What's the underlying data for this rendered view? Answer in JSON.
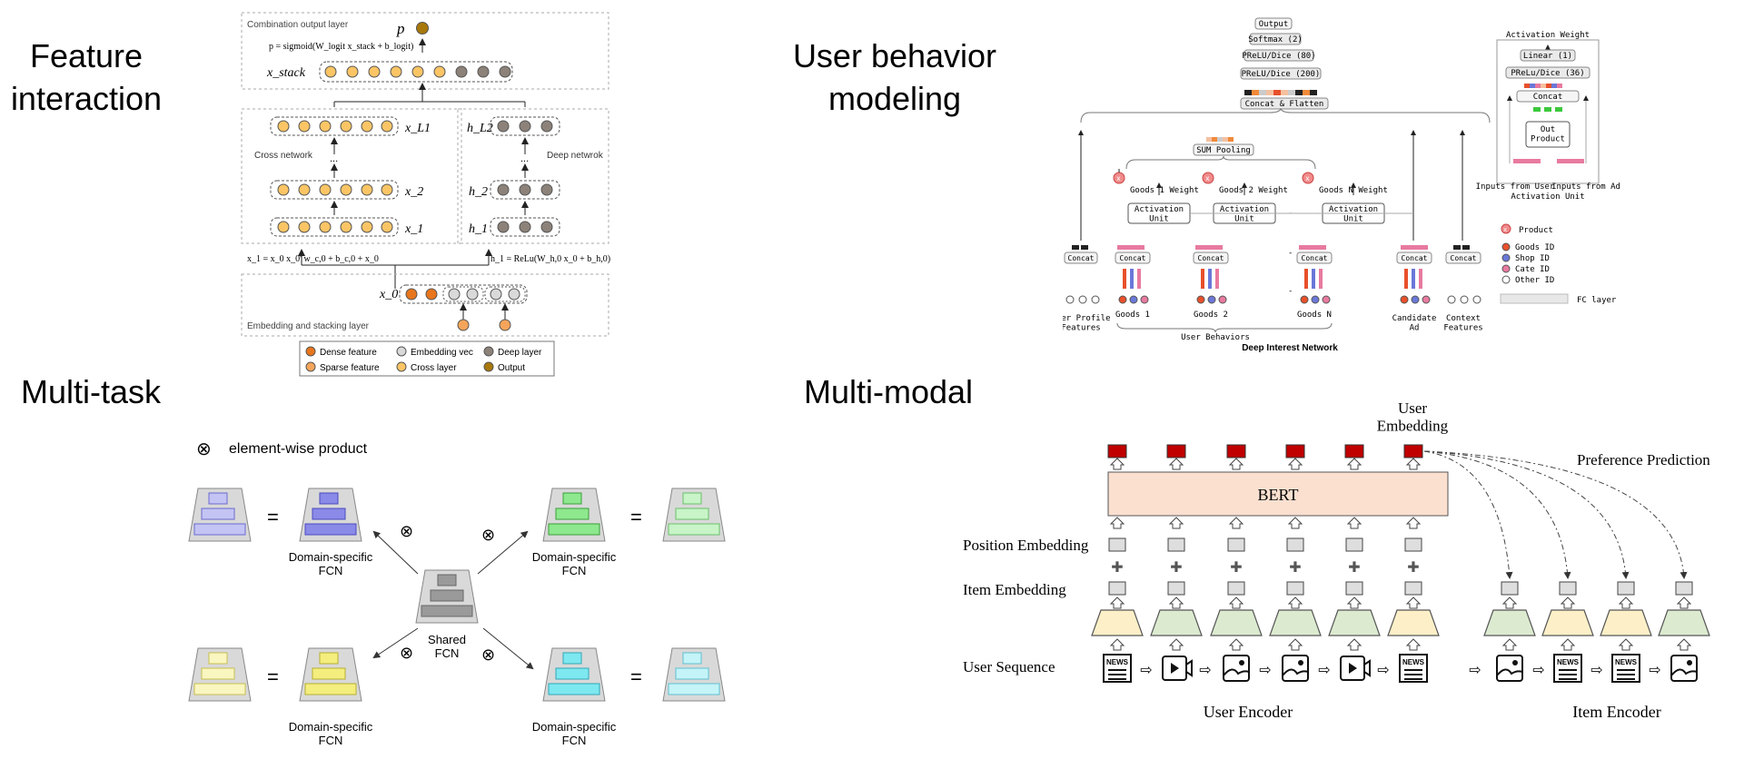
{
  "titles": {
    "feature_interaction": "Feature\ninteraction",
    "user_behavior": "User behavior\nmodeling",
    "multi_task": "Multi-task",
    "multi_modal": "Multi-modal"
  },
  "dcn": {
    "combination_layer": "Combination output layer",
    "p_label": "p",
    "p_formula": "p = sigmoid(W_logit x_stack + b_logit)",
    "x_stack": "x_stack",
    "cross_network": "Cross network",
    "deep_network": "Deep netwrok",
    "x_L1": "x_L1",
    "x2": "x_2",
    "x1": "x_1",
    "h_L2": "h_L2",
    "h2": "h_2",
    "h1": "h_1",
    "x0": "x_0",
    "cross_formula": "x_1 = x_0 x_0' w_c,0 + b_c,0 + x_0",
    "deep_formula": "h_1 = ReLu(W_h,0 x_0 + b_h,0)",
    "embedding_layer": "Embedding and stacking layer",
    "dots": "...",
    "legend": [
      {
        "label": "Dense feature",
        "color": "#e8761c"
      },
      {
        "label": "Embedding vec",
        "color": "#d9d9d9"
      },
      {
        "label": "Deep layer",
        "color": "#8c8279"
      },
      {
        "label": "Sparse feature",
        "color": "#f5a55a"
      },
      {
        "label": "Cross layer",
        "color": "#fbc565"
      },
      {
        "label": "Output",
        "color": "#a8780a"
      }
    ]
  },
  "din": {
    "output": "Output",
    "softmax": "Softmax (2)",
    "prelu80": "PReLU/Dice (80)",
    "prelu200": "PReLU/Dice (200)",
    "concat_flatten": "Concat & Flatten",
    "sum_pooling": "SUM Pooling",
    "goods1_weight": "Goods 1 Weight",
    "goods2_weight": "Goods 2 Weight",
    "goodsN_weight": "Goods N Weight",
    "activation_unit": "Activation\nUnit",
    "concat": "Concat",
    "user_profile": "User Profile\nFeatures",
    "goods1": "Goods 1",
    "goods2": "Goods 2",
    "goodsN": "Goods N",
    "user_behaviors": "User Behaviors",
    "candidate_ad": "Candidate\nAd",
    "context": "Context\nFeatures",
    "network_name": "Deep Interest Network",
    "activation_weight": "Activation Weight",
    "linear1": "Linear (1)",
    "prelu36": "PReLu/Dice (36)",
    "out_product": "Out\nProduct",
    "inputs_user": "Inputs from User",
    "inputs_ad": "Inputs from Ad",
    "activation_unit_caption": "Activation Unit",
    "dash": "-",
    "legend": [
      {
        "label": "Product",
        "color": "#f08a8a"
      },
      {
        "label": "Goods ID",
        "color": "#e8502a"
      },
      {
        "label": "Shop ID",
        "color": "#6a78d8"
      },
      {
        "label": "Cate ID",
        "color": "#e87aa0"
      },
      {
        "label": "Other ID",
        "color": "#ffffff"
      },
      {
        "label": "FC layer",
        "color": "#e8e8e8"
      }
    ],
    "x_mark": "x"
  },
  "mtl": {
    "element_wise": "element-wise product",
    "domain_fcn": "Domain-specific\nFCN",
    "shared_fcn": "Shared\nFCN",
    "equals": "=",
    "otimes": "⊗",
    "colors": {
      "blue": "#8a8ae8",
      "green": "#8ee88e",
      "yellow": "#f4ee7e",
      "cyan": "#7ee8f0",
      "gray": "#9a9a9a"
    }
  },
  "mm": {
    "user_embedding": "User\nEmbedding",
    "preference_prediction": "Preference Prediction",
    "bert": "BERT",
    "position_embedding": "Position Embedding",
    "item_embedding": "Item Embedding",
    "user_sequence": "User Sequence",
    "user_encoder": "User Encoder",
    "item_encoder": "Item Encoder",
    "news": "NEWS",
    "plus": "✚",
    "arrow": "⇨",
    "colors": {
      "red": "#c00000",
      "bert_fill": "#fbe0d0",
      "green_trap": "#dcebd0",
      "yellow_trap": "#fdf0c8"
    },
    "user_items": [
      "news",
      "video",
      "image",
      "image",
      "video",
      "news"
    ],
    "item_items": [
      "image",
      "news",
      "news",
      "image"
    ],
    "user_traps": [
      "yellow",
      "green",
      "green",
      "green",
      "green",
      "yellow"
    ],
    "item_traps": [
      "green",
      "yellow",
      "yellow",
      "green"
    ]
  }
}
